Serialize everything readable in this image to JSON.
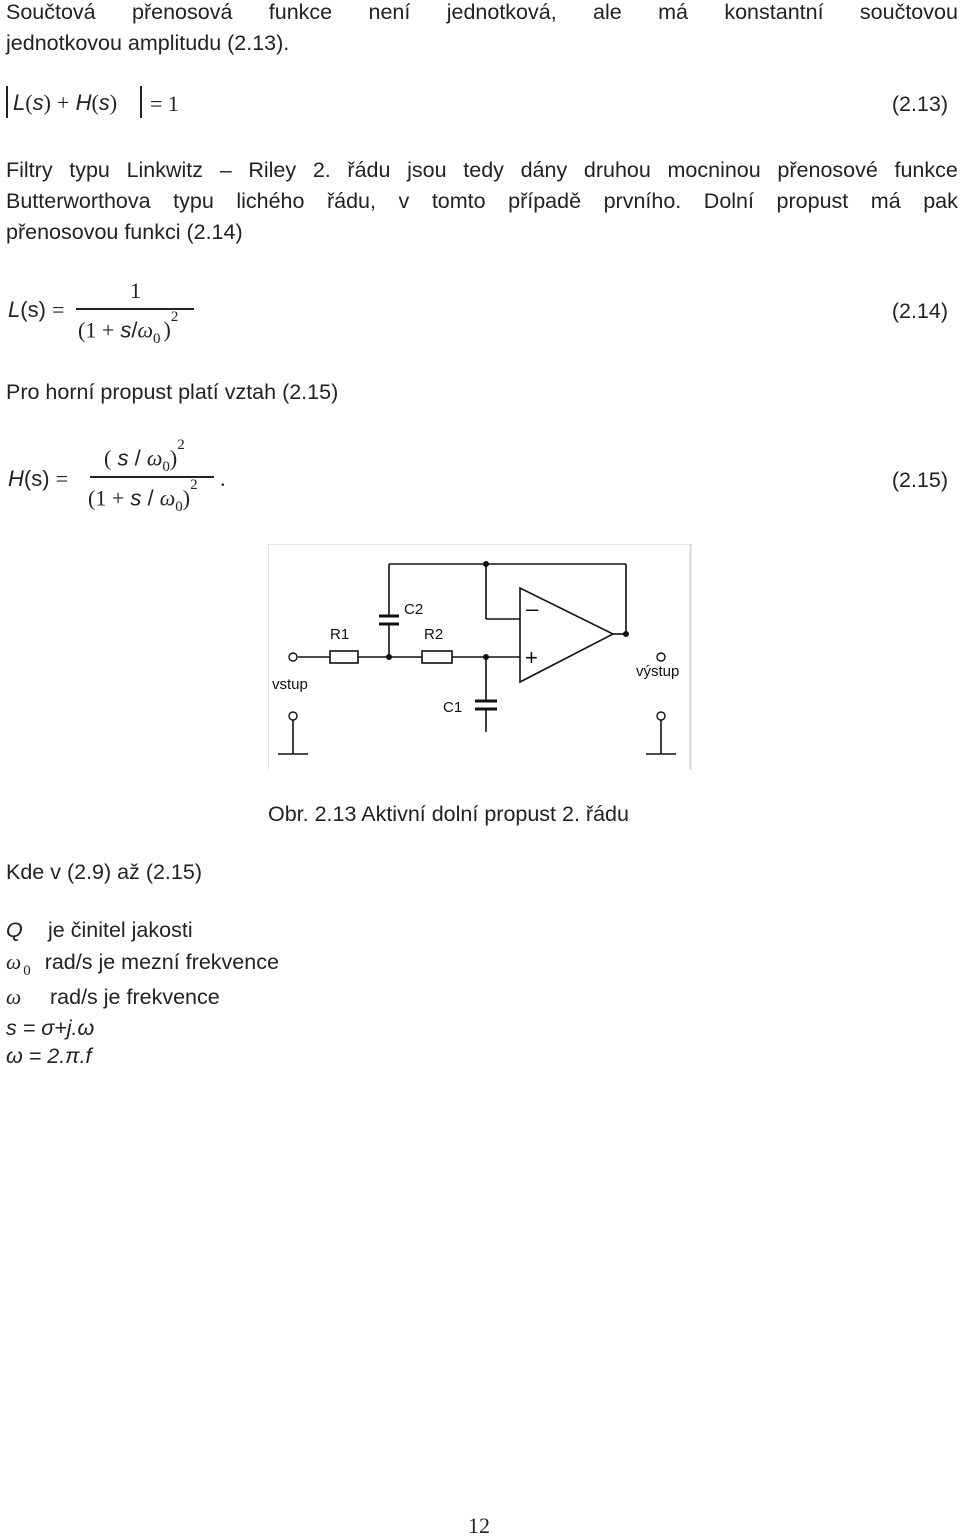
{
  "intro": {
    "line1_words": [
      "Součtová",
      "přenosová",
      "funkce",
      "není",
      "jednotková,",
      "ale",
      "má",
      "konstantní",
      "součtovou"
    ],
    "line2": "jednotkovou amplitudu (2.13)."
  },
  "eq13": {
    "L": "L",
    "s": "s",
    "lp": "(",
    "rp": ")",
    "plus": "+",
    "H": "H",
    "eq": "=",
    "one": "1",
    "number": "(2.13)"
  },
  "para2": {
    "line1_words": [
      "Filtry",
      "typu",
      "Linkwitz",
      "–",
      "Riley",
      "2.",
      "řádu",
      "jsou",
      "tedy",
      "dány",
      "druhou",
      "mocninou",
      "přenosové",
      "funkce"
    ],
    "line2_words": [
      "Butterworthova",
      "typu",
      "lichého",
      "řádu,",
      "v",
      "tomto",
      "případě",
      "prvního.",
      "Dolní",
      "propust",
      "má",
      "pak"
    ],
    "line3": "přenosovou funkci (2.14)"
  },
  "eq14": {
    "lhs_L": "L",
    "lhs_s": "(s)",
    "eq": "=",
    "numerator": "1",
    "den_open": "(1 +",
    "den_s": "s",
    "den_slash": "/",
    "den_omega": "ω",
    "den_sub": "0",
    "den_close": ")",
    "den_sup": "2",
    "number": "(2.14)"
  },
  "para3": {
    "text": "Pro horní propust platí vztah (2.15)"
  },
  "eq15": {
    "lhs_H": "H",
    "lhs_s": "(s)",
    "eq": "=",
    "num_open": "(",
    "num_s": "s",
    "num_slash": "/",
    "num_omega": "ω",
    "num_sub": "0",
    "num_close": ")",
    "num_sup": "2",
    "den_open": "(1 +",
    "den_s": "s",
    "den_slash": "/",
    "den_omega": "ω",
    "den_sub": "0",
    "den_close": ")",
    "den_sup": "2",
    "dot": ".",
    "number": "(2.15)"
  },
  "figure": {
    "labels": {
      "c2": "C2",
      "r1": "R1",
      "r2": "R2",
      "c1": "C1",
      "input": "vstup",
      "output": "výstup",
      "minus": "–",
      "plus": "+"
    },
    "caption": "Obr. 2.13 Aktivní dolní propust 2. řádu"
  },
  "legend": {
    "intro": "Kde v (2.9) až (2.15)",
    "items": [
      {
        "symbol": "Q",
        "sub": "",
        "text": "je činitel jakosti"
      },
      {
        "symbol": "ω",
        "sub": "0",
        "text": "rad/s je mezní frekvence"
      },
      {
        "symbol": "ω",
        "sub": "",
        "text": "rad/s je frekvence"
      }
    ],
    "formula1": "s = σ+j.ω",
    "formula2": "ω = 2.π.f"
  },
  "footer": {
    "page_number": "12"
  }
}
